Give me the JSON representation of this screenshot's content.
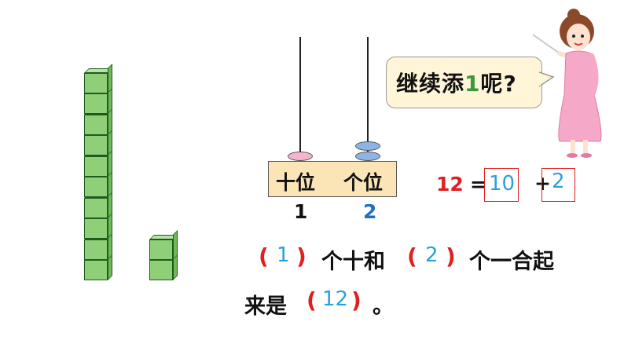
{
  "abacus": {
    "tens_label": "十位",
    "ones_label": "个位",
    "tens_digit": "1",
    "ones_digit": "2",
    "tens_beads": 1,
    "ones_beads": 2,
    "tens_bead_color": "#f4b4cf",
    "ones_bead_color": "#8fb3e6"
  },
  "bubble": {
    "text_before": "继续添",
    "number": "1",
    "text_after": "呢?"
  },
  "equation": {
    "total": "12",
    "equals": "=",
    "tens_answer": "10",
    "plus": "+",
    "ones_answer": "2"
  },
  "sentence": {
    "open1": "(",
    "answer1": "1",
    "close1": ")",
    "text1": "个十和",
    "open2": "(",
    "answer2": "2",
    "close2": ")",
    "text2": "个一合起",
    "text3": "来是",
    "open3": "(",
    "answer3": "12",
    "close3": ")",
    "period": "。"
  },
  "blocks": {
    "tall_rod_cubes": 10,
    "ones_cubes": 2,
    "cube_color": "#8fcf78"
  },
  "colors": {
    "red": "#e02020",
    "blue_answer": "#2aa0e0",
    "tens_digit": "#111111",
    "ones_digit": "#1f6fbf",
    "box_fill": "#fbe5b6"
  }
}
